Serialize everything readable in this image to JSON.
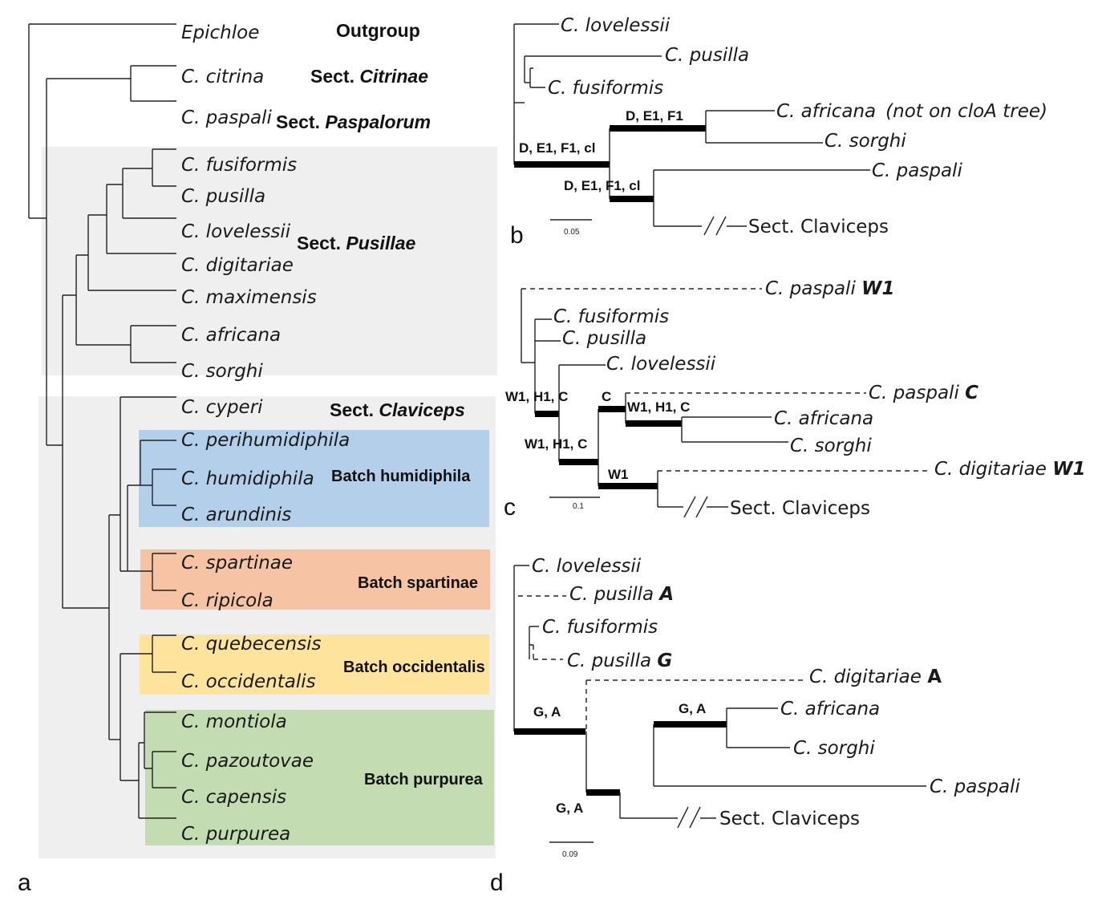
{
  "panels": {
    "a": "a",
    "b": "b",
    "c": "c",
    "d": "d"
  },
  "colors": {
    "section_bg": "#efefef",
    "humidiphila": "#b4cfe9",
    "spartinae": "#f6c4a4",
    "occidentalis": "#fde39b",
    "purpurea": "#c3dcb1"
  },
  "tree_a": {
    "taxa": {
      "epichloe": "Epichloe",
      "citrina": "C. citrina",
      "paspali": "C. paspali",
      "fusiformis": "C. fusiformis",
      "pusilla": "C. pusilla",
      "lovelessii": "C. lovelessii",
      "digitariae": "C. digitariae",
      "maximensis": "C. maximensis",
      "africana": "C. africana",
      "sorghi": "C. sorghi",
      "cyperi": "C. cyperi",
      "perihumidiphila": "C. perihumidiphila",
      "humidiphila": "C. humidiphila",
      "arundinis": "C. arundinis",
      "spartinae": "C. spartinae",
      "ripicola": "C. ripicola",
      "quebecensis": "C. quebecensis",
      "occidentalis": "C. occidentalis",
      "montiola": "C. montiola",
      "pazoutovae": "C. pazoutovae",
      "capensis": "C. capensis",
      "purpurea": "C. purpurea"
    },
    "sections": {
      "outgroup": "Outgroup",
      "sect_prefix": "Sect.",
      "citrinae": "Citrinae",
      "paspalorum": "Paspalorum",
      "pusillae": "Pusillae",
      "claviceps": "Claviceps"
    },
    "batches": {
      "humidiphila": "Batch humidiphila",
      "spartinae": "Batch spartinae",
      "occidentalis": "Batch occidentalis",
      "purpurea": "Batch purpurea"
    }
  },
  "tree_b": {
    "taxa": {
      "lovelessii": "C. lovelessii",
      "pusilla": "C. pusilla",
      "fusiformis": "C. fusiformis",
      "africana": "C. africana",
      "africana_note_pre": "(not on ",
      "africana_note_gene": "cloA",
      "africana_note_post": " tree)",
      "sorghi": "C. sorghi",
      "paspali": "C. paspali",
      "sect_claviceps": "Sect. Claviceps"
    },
    "annotations": {
      "upper": "D, E1, F1",
      "root": "D, E1, F1, cl",
      "lower": "D, E1, F1, cl"
    },
    "scale": "0.05"
  },
  "tree_c": {
    "taxa": {
      "paspali_w1": "C. paspali",
      "paspali_w1_gene": "W1",
      "fusiformis": "C. fusiformis",
      "pusilla": "C. pusilla",
      "lovelessii": "C. lovelessii",
      "paspali_c": "C. paspali",
      "paspali_c_gene": "C",
      "africana": "C. africana",
      "sorghi": "C. sorghi",
      "digitariae": "C. digitariae",
      "digitariae_gene": "W1",
      "sect_claviceps": "Sect. Claviceps"
    },
    "annotations": {
      "a1": "W1, H1, C",
      "a2": "C",
      "a3": "W1, H1, C",
      "a4": "W1, H1, C",
      "a5": "W1"
    },
    "scale": "0.1"
  },
  "tree_d": {
    "taxa": {
      "lovelessii": "C. lovelessii",
      "pusilla_a": "C. pusilla",
      "pusilla_a_gene": "A",
      "fusiformis": "C. fusiformis",
      "pusilla_g": "C. pusilla",
      "pusilla_g_gene": "G",
      "digitariae": "C. digitariae",
      "digitariae_gene": "A",
      "africana": "C. africana",
      "sorghi": "C. sorghi",
      "paspali": "C. paspali",
      "sect_claviceps": "Sect. Claviceps"
    },
    "annotations": {
      "upper": "G, A",
      "root": "G, A",
      "lower": "G, A"
    },
    "scale": "0.09"
  }
}
